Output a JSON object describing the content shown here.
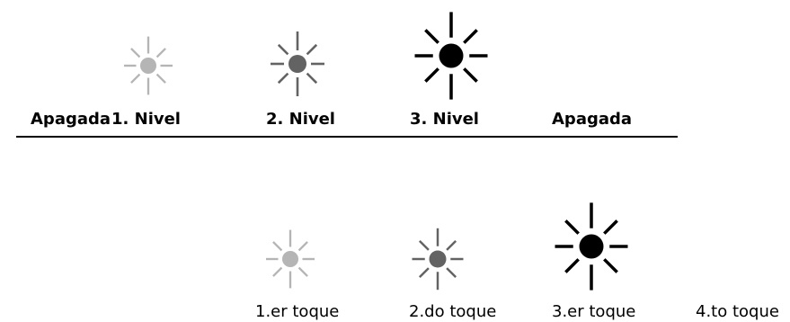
{
  "colors": {
    "level1": "#b5b5b5",
    "level2": "#636363",
    "level3": "#000000",
    "text": "#000000",
    "divider": "#000000"
  },
  "states_row": {
    "labels": [
      "Apagada",
      "1. Nivel",
      "2. Nivel",
      "3. Nivel",
      "Apagada"
    ],
    "icons": [
      "light-sun-icon",
      "medium-sun-icon",
      "dark-sun-icon"
    ]
  },
  "touches_row": {
    "labels": [
      "1.er toque",
      "2.do toque",
      "3.er toque",
      "4.to toque"
    ],
    "icons": [
      "light-sun-icon",
      "medium-sun-icon",
      "dark-sun-icon"
    ]
  }
}
